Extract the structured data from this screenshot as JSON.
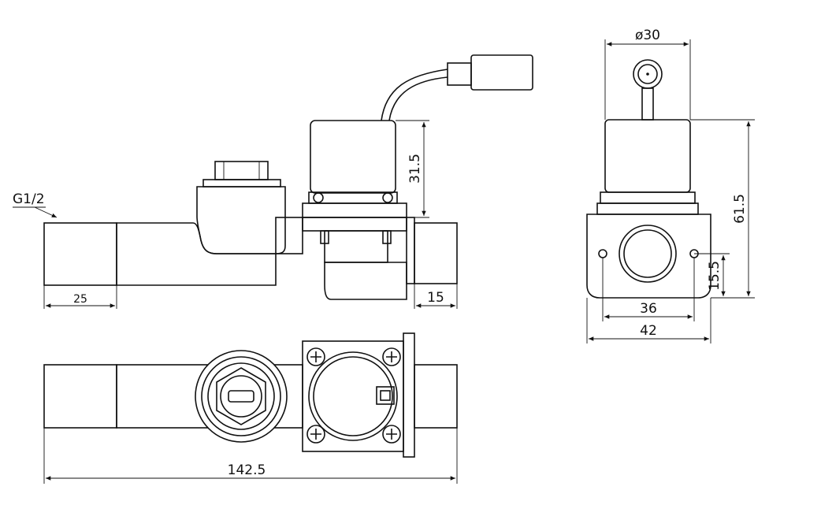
{
  "labels": {
    "thread": "G1/2",
    "dim_25": "25",
    "dim_15_side": "15",
    "dim_31_5": "31.5",
    "dim_142_5": "142.5",
    "dim_dia_30": "ø30",
    "dim_61_5": "61.5",
    "dim_15_5": "15.5",
    "dim_36": "36",
    "dim_42": "42"
  },
  "colors": {
    "line": "#111111",
    "background": "#ffffff"
  }
}
